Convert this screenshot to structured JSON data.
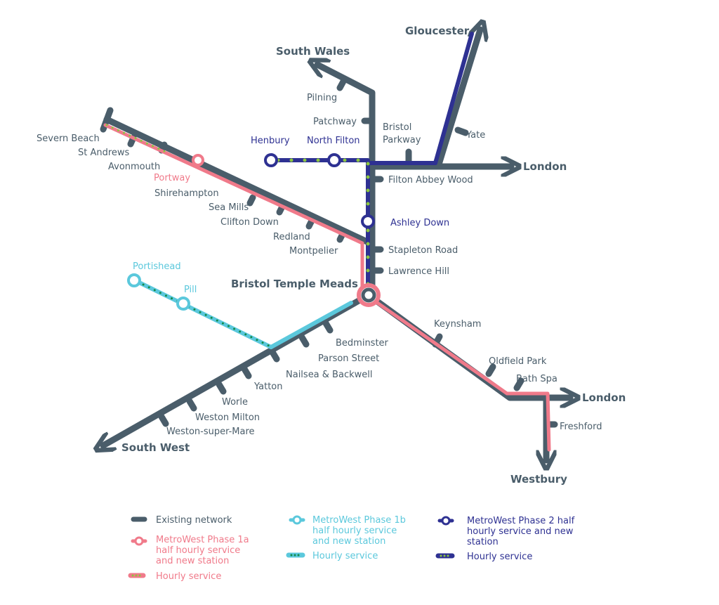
{
  "colors": {
    "existing": "#4a5d6a",
    "phase1a": "#f07a8a",
    "phase1b": "#5bc8dc",
    "phase2": "#2e3192",
    "hourly_dot": "#8cc63f",
    "hourly_dot_1b": "#138a4a"
  },
  "destinations": {
    "gloucester": "Gloucester",
    "south_wales": "South Wales",
    "london_north": "London",
    "london_east": "London",
    "westbury": "Westbury",
    "south_west": "South West"
  },
  "hub": "Bristol Temple Meads",
  "stations": {
    "pilning": "Pilning",
    "patchway": "Patchway",
    "bristol_parkway_1": "Bristol",
    "bristol_parkway_2": "Parkway",
    "yate": "Yate",
    "henbury": "Henbury",
    "north_filton": "North Filton",
    "filton_abbey_wood": "Filton Abbey Wood",
    "ashley_down": "Ashley Down",
    "stapleton_road": "Stapleton Road",
    "lawrence_hill": "Lawrence Hill",
    "severn_beach": "Severn Beach",
    "st_andrews": "St Andrews",
    "avonmouth": "Avonmouth",
    "portway": "Portway",
    "shirehampton": "Shirehampton",
    "sea_mills": "Sea Mills",
    "clifton_down": "Clifton Down",
    "redland": "Redland",
    "montpelier": "Montpelier",
    "portishead": "Portishead",
    "pill": "Pill",
    "bedminster": "Bedminster",
    "parson_street": "Parson Street",
    "nailsea": "Nailsea & Backwell",
    "yatton": "Yatton",
    "worle": "Worle",
    "weston_milton": "Weston Milton",
    "weston_super_mare": "Weston-super-Mare",
    "keynsham": "Keynsham",
    "oldfield_park": "Oldfield Park",
    "bath_spa": "Bath Spa",
    "freshford": "Freshford"
  },
  "legend": {
    "existing": "Existing network",
    "p1a": [
      "MetroWest Phase 1a",
      "half hourly service",
      "and new station"
    ],
    "p1a_hourly": "Hourly service",
    "p1b": [
      "MetroWest Phase 1b",
      "half hourly service",
      "and new station"
    ],
    "p1b_hourly": "Hourly service",
    "p2": [
      "MetroWest Phase 2 half",
      "hourly service and new",
      "station"
    ],
    "p2_hourly": "Hourly service"
  }
}
